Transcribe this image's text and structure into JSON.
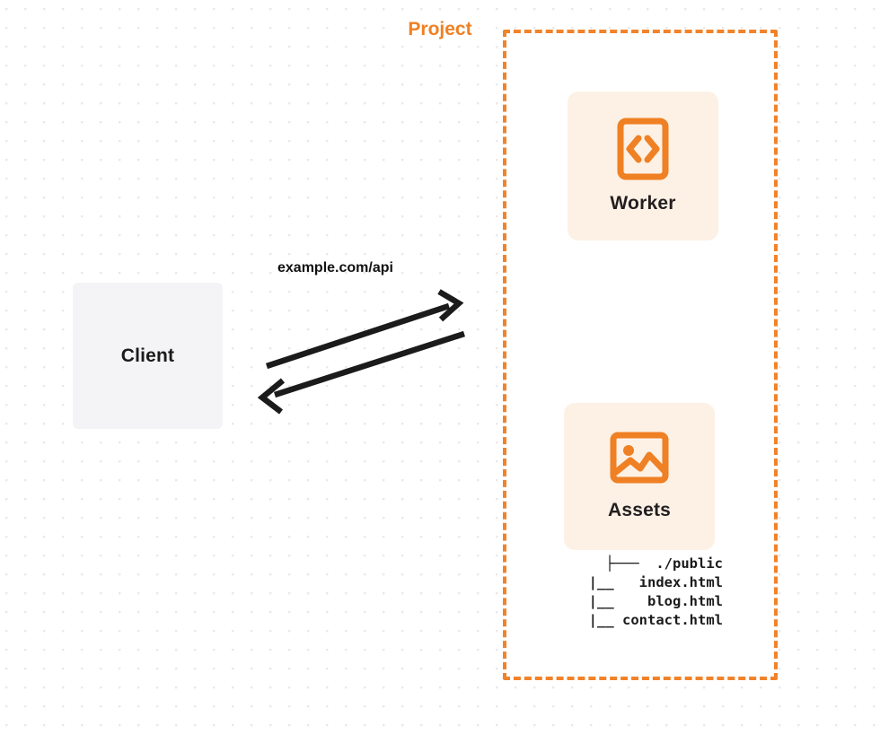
{
  "diagram": {
    "title_text": "Project",
    "colors": {
      "accent_orange": "#ef8024",
      "card_bg": "#fdf1e5",
      "client_bg": "#f4f4f6",
      "text_dark": "#1b1b1b",
      "arrow_black": "#1b1b1b",
      "grid_dot": "#e9e9ec"
    },
    "client": {
      "label": "Client"
    },
    "connection": {
      "label": "example.com/api",
      "request_direction": "client-to-project",
      "response_direction": "project-to-client"
    },
    "project": {
      "label": "Project",
      "nodes": [
        {
          "id": "worker",
          "label": "Worker",
          "icon": "code-brackets-icon"
        },
        {
          "id": "assets",
          "label": "Assets",
          "icon": "image-picture-icon"
        }
      ]
    },
    "assets_tree": {
      "rows": [
        "├───  ./public",
        "   |__   index.html",
        "   |__    blog.html",
        "   |__ contact.html"
      ]
    }
  }
}
